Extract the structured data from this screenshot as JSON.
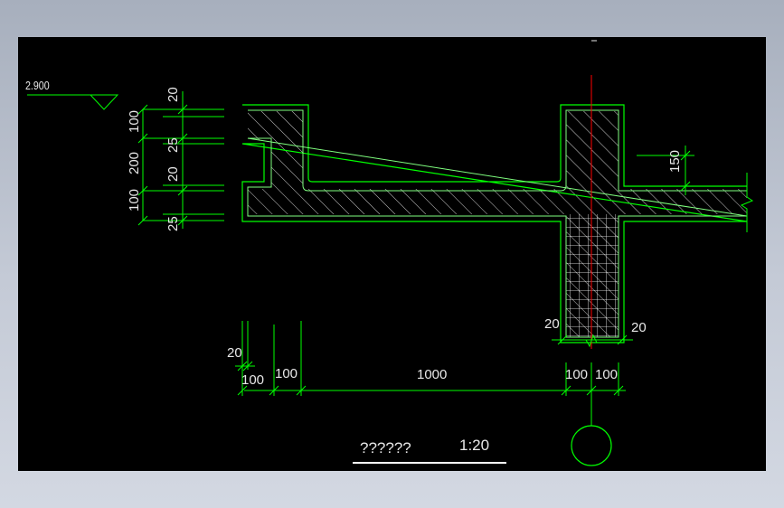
{
  "drawing": {
    "elevation_label": "2.900",
    "title": "??????",
    "scale": "1:20",
    "colors": {
      "background": "#000000",
      "frame": "#9aa3b2",
      "outline": "#00ff00",
      "outline_inner": "#7fff7f",
      "hatch": "#ffffff",
      "axis": "#ff0000",
      "dimension_line": "#00ff00",
      "dimension_text": "#e8e8e8"
    },
    "left_vertical_dims": {
      "outer": [
        "100",
        "200",
        "100"
      ],
      "inner": [
        "20",
        "25",
        "20",
        "25"
      ]
    },
    "right_dims": {
      "step": "150",
      "column_left": "20",
      "column_right": "20"
    },
    "bottom_dims": {
      "small": "20",
      "chain": [
        "100",
        "100",
        "1000",
        "100",
        "100"
      ]
    }
  }
}
